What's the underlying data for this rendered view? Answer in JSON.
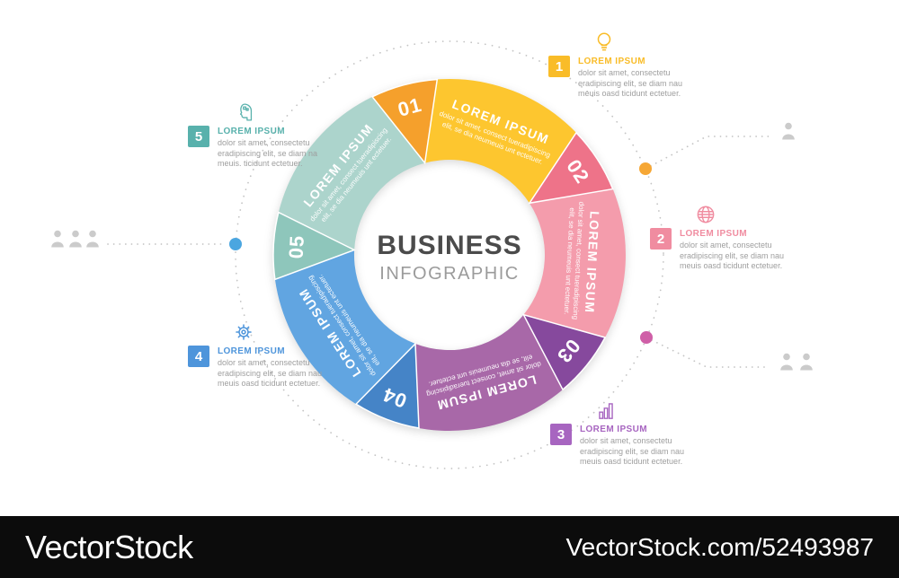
{
  "center": {
    "title": "BUSINESS",
    "subtitle": "INFOGRAPHIC"
  },
  "segments": [
    {
      "number": "01",
      "title": "LOREM IPSUM",
      "body1": "dolor sit amet, consect tueradipiscing",
      "body2": "elit, se dia neumeuis unt ectetuer.",
      "color": "#FDC62F",
      "wedge_color": "#F5A02C"
    },
    {
      "number": "02",
      "title": "LOREM IPSUM",
      "body1": "dolor sit amet, consect tueradipiscing",
      "body2": "elit, se dia neumeuis unt ectetuer.",
      "color": "#F49CAC",
      "wedge_color": "#EE7389"
    },
    {
      "number": "03",
      "title": "LOREM IPSUM",
      "body1": "dolor sit amet, consect tueradipiscing",
      "body2": "elit, se dia neumeuis unt ectetuer.",
      "color": "#A868A8",
      "wedge_color": "#86499D"
    },
    {
      "number": "04",
      "title": "LOREM IPSUM",
      "body1": "dolor sit amet, consect tueradipiscing",
      "body2": "elit, se dia neumeuis unt ectetuer.",
      "color": "#61A5E1",
      "wedge_color": "#4584C7"
    },
    {
      "number": "05",
      "title": "LOREM IPSUM",
      "body1": "dolor sit amet, consect tueradipiscing",
      "body2": "elit, se dia neumeuis unt ectetuer.",
      "color": "#ACD4CC",
      "wedge_color": "#8EC6BB"
    }
  ],
  "callouts": [
    {
      "number": "1",
      "icon": "lightbulb-icon",
      "title": "LOREM IPSUM",
      "line1": "dolor sit amet, consectetu",
      "line2": "eradipiscing elit, se diam nau",
      "line3": "meuis oasd ticidunt ectetuer.",
      "color": "#F9BC28"
    },
    {
      "number": "2",
      "icon": "globe-icon",
      "title": "LOREM IPSUM",
      "line1": "dolor sit amet, consectetu",
      "line2": "eradipiscing elit, se diam nau",
      "line3": "meuis oasd ticidunt ectetuer.",
      "color": "#F08CA0"
    },
    {
      "number": "3",
      "icon": "bar-chart-icon",
      "title": "LOREM IPSUM",
      "line1": "dolor sit amet, consectetu",
      "line2": "eradipiscing elit, se diam nau",
      "line3": "meuis oasd ticidunt ectetuer.",
      "color": "#A765C0"
    },
    {
      "number": "4",
      "icon": "gear-icon",
      "title": "LOREM IPSUM",
      "line1": "dolor sit amet, consectetu",
      "line2": "eradipiscing elit, se diam nau",
      "line3": "meuis oasd ticidunt ectetuer.",
      "color": "#4E95DB"
    },
    {
      "number": "5",
      "icon": "head-idea-icon",
      "title": "LOREM IPSUM",
      "line1": "dolor sit amet, consectetu",
      "line2": "eradipiscing elit, se diam na",
      "line3": "meuis. ticidunt ectetuer.",
      "color": "#58B1AC"
    }
  ],
  "connectors": {
    "left_dot_color": "#4BA6E0",
    "top_right_dot_color": "#F6A735",
    "bottom_right_dot_color": "#CF5FA7"
  },
  "footer": {
    "brand": "VectorStock",
    "url": "VectorStock.com/52493987",
    "background": "#0C0C0C"
  }
}
